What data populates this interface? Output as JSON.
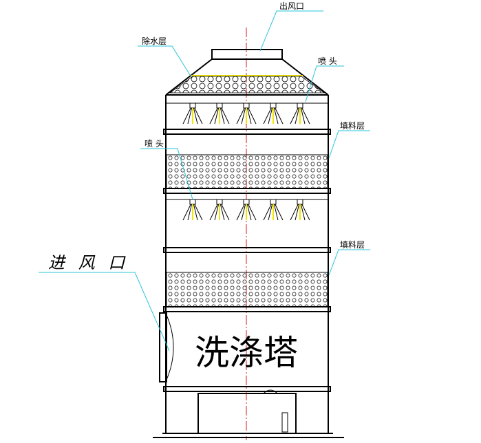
{
  "title": "洗涤塔",
  "labels": {
    "outlet": "出风口",
    "demister": "除水层",
    "nozzle_upper": "喷 头",
    "nozzle_lower": "喷 头",
    "packing_upper": "填料层",
    "packing_lower": "填料层",
    "inlet": "进 风 口"
  },
  "colors": {
    "outline": "#000000",
    "leader": "#29c4d8",
    "centerline": "#d21e1e",
    "nozzle_accent": "#f2e600"
  },
  "nozzle_rows": 2,
  "nozzles_per_row": 5
}
